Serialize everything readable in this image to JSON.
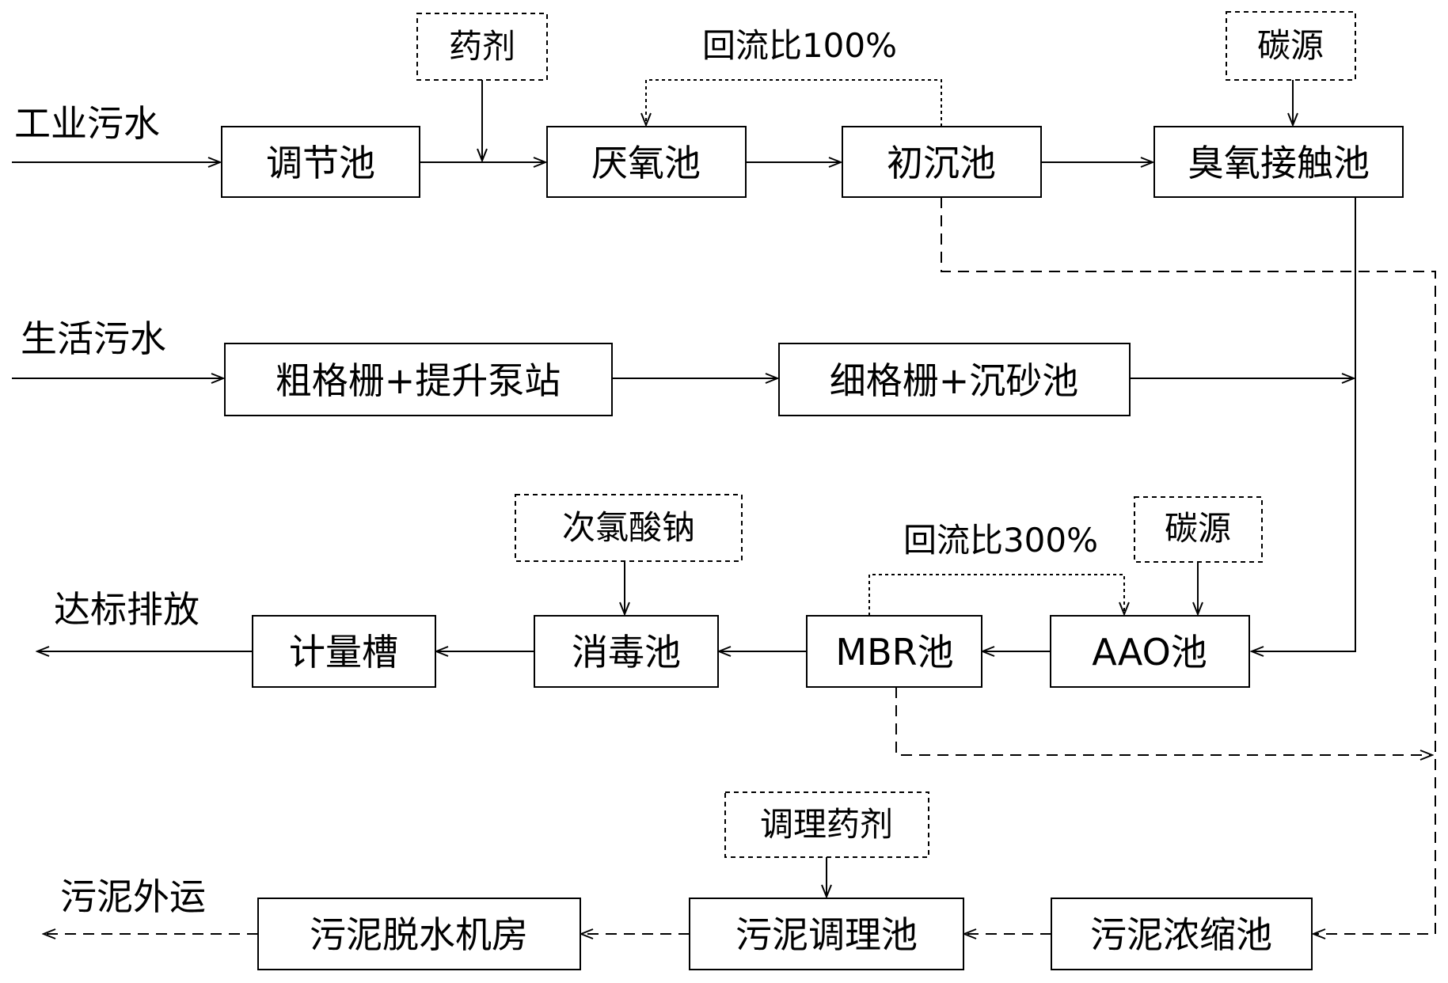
{
  "inputs": {
    "industrial": "工业污水",
    "domestic": "生活污水"
  },
  "outputs": {
    "discharge": "达标排放",
    "sludge_out": "污泥外运"
  },
  "units": {
    "equalization": "调节池",
    "anaerobic": "厌氧池",
    "primary_sed": "初沉池",
    "ozone": "臭氧接触池",
    "coarse_screen": "粗格栅+提升泵站",
    "fine_screen": "细格栅+沉砂池",
    "aao": "AAO池",
    "mbr": "MBR池",
    "disinfection": "消毒池",
    "metering": "计量槽",
    "thickener": "污泥浓缩池",
    "conditioning": "污泥调理池",
    "dewatering": "污泥脱水机房"
  },
  "additives": {
    "chem": "药剂",
    "carbon1": "碳源",
    "carbon2": "碳源",
    "naclo": "次氯酸钠",
    "cond_chem": "调理药剂"
  },
  "recycle": {
    "r1": "回流比100%",
    "r2": "回流比300%"
  }
}
